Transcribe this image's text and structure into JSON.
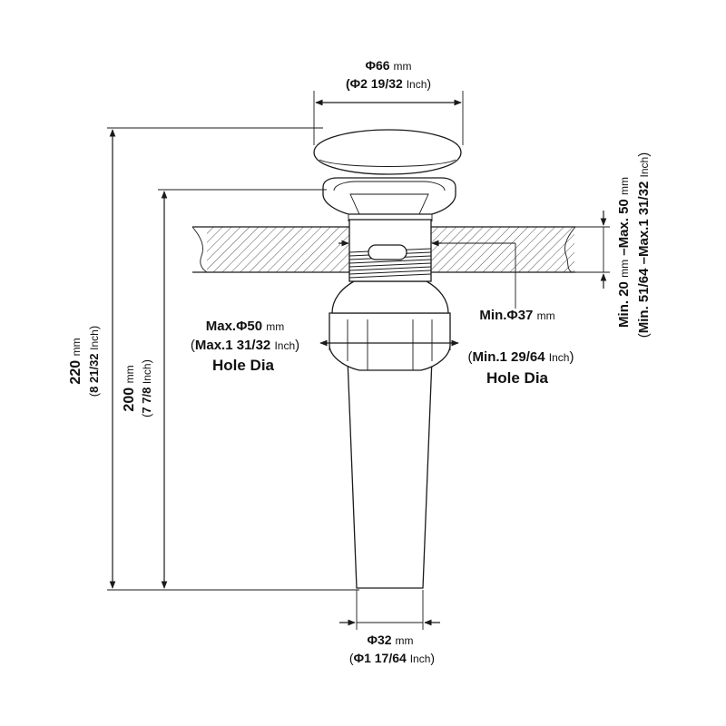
{
  "top_diameter": {
    "mm": "66",
    "inch": "2 19/32",
    "mm_unit": "mm",
    "inch_unit": "Inch"
  },
  "height_total": {
    "mm": "220",
    "inch": "8 21/32",
    "mm_unit": "mm",
    "inch_unit": "Inch"
  },
  "height_body": {
    "mm": "200",
    "inch": "7 7/8",
    "mm_unit": "mm",
    "inch_unit": "Inch"
  },
  "max_hole": {
    "prefix": "Max.",
    "mm": "50",
    "inch_prefix": "Max.1",
    "inch": "31/32",
    "mm_unit": "mm",
    "inch_unit": "Inch",
    "caption": "Hole Dia"
  },
  "min_hole": {
    "prefix": "Min.",
    "mm": "37",
    "inch_prefix": "Min.1",
    "inch": "29/64",
    "mm_unit": "mm",
    "inch_unit": "Inch",
    "caption": "Hole Dia"
  },
  "thickness": {
    "min_mm_label": "Min. 20",
    "mm_unit_1": "mm",
    "dash": " –",
    "max_mm_label": "Max. 50",
    "mm_unit_2": "mm",
    "min_inch_label": "Min. 51/64",
    "max_inch_label": "Max.1  31/32",
    "inch_unit": "Inch"
  },
  "bottom_diameter": {
    "mm": "32",
    "inch_prefix": "Φ1",
    "inch": "17/64",
    "mm_unit": "mm",
    "inch_unit": "Inch"
  },
  "phi": "Φ",
  "phi_open": "(Φ",
  "open_paren": "(",
  "close_paren": ")"
}
